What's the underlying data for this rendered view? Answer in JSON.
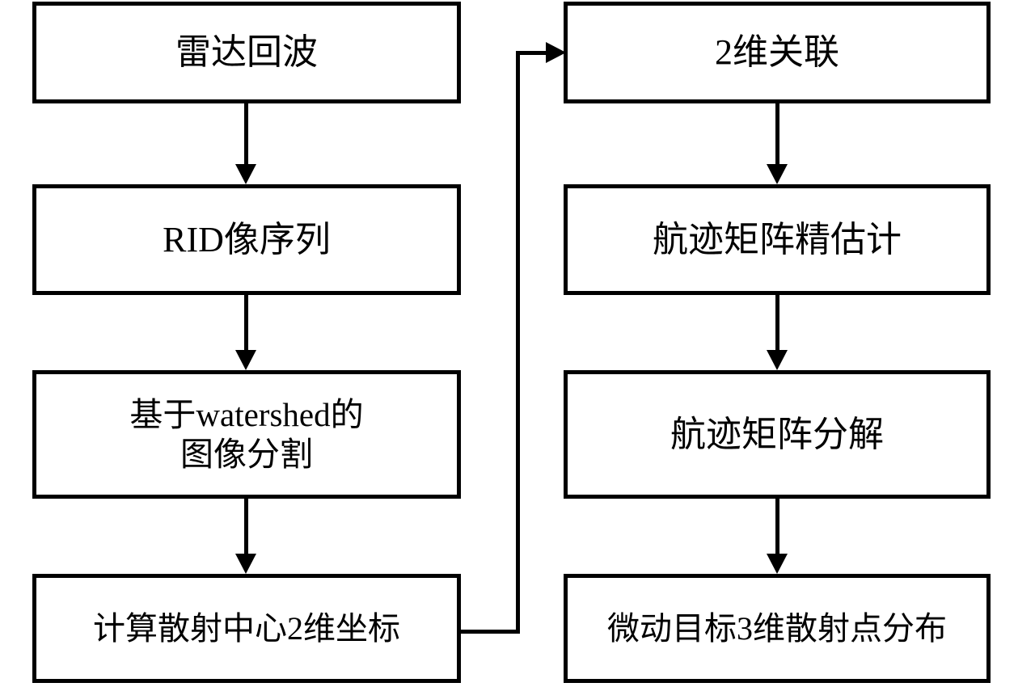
{
  "diagram": {
    "type": "flowchart",
    "orientation": "two-column-vertical",
    "background_color": "#ffffff",
    "line_color": "#000000",
    "text_color": "#000000",
    "left_column": [
      {
        "id": "radar-echo",
        "label": "雷达回波"
      },
      {
        "id": "rid-image-sequence",
        "label": "RID像序列"
      },
      {
        "id": "watershed-image-segmentation",
        "label": "基于watershed的\n图像分割"
      },
      {
        "id": "compute-scattering-center-2d-coordinates",
        "label": "计算散射中心2维坐标"
      }
    ],
    "right_column": [
      {
        "id": "two-dimensional-association",
        "label": "2维关联"
      },
      {
        "id": "track-matrix-fine-estimation",
        "label": "航迹矩阵精估计"
      },
      {
        "id": "track-matrix-decomposition",
        "label": "航迹矩阵分解"
      },
      {
        "id": "micro-motion-target-3d-scattering-point-distribution",
        "label": "微动目标3维散射点分布"
      }
    ],
    "connectors": [
      {
        "from": "radar-echo",
        "to": "rid-image-sequence",
        "arrow": "down"
      },
      {
        "from": "rid-image-sequence",
        "to": "watershed-image-segmentation",
        "arrow": "down"
      },
      {
        "from": "watershed-image-segmentation",
        "to": "compute-scattering-center-2d-coordinates",
        "arrow": "down"
      },
      {
        "from": "compute-scattering-center-2d-coordinates",
        "to": "two-dimensional-association",
        "arrow": "right"
      },
      {
        "from": "two-dimensional-association",
        "to": "track-matrix-fine-estimation",
        "arrow": "down"
      },
      {
        "from": "track-matrix-fine-estimation",
        "to": "track-matrix-decomposition",
        "arrow": "down"
      },
      {
        "from": "track-matrix-decomposition",
        "to": "micro-motion-target-3d-scattering-point-distribution",
        "arrow": "down"
      }
    ]
  }
}
